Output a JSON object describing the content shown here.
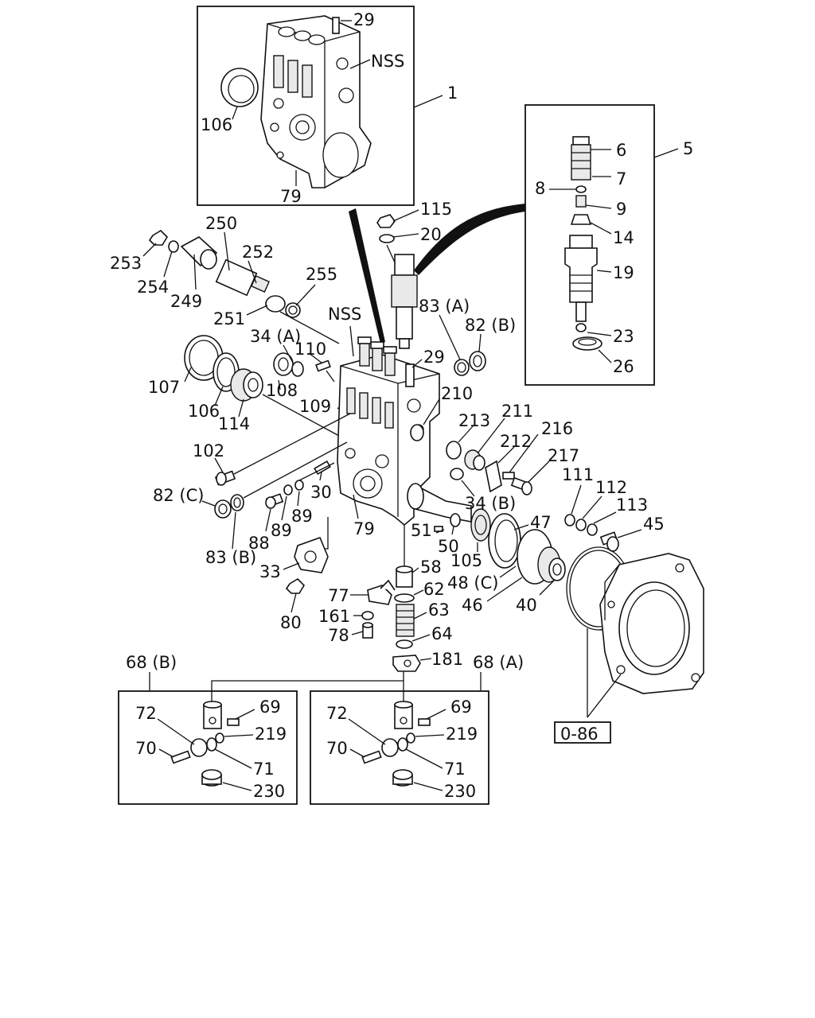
{
  "labels": {
    "l1": "1",
    "l5": "5",
    "l6": "6",
    "l7": "7",
    "l8": "8",
    "l9": "9",
    "l14": "14",
    "l19": "19",
    "l20": "20",
    "l23": "23",
    "l26": "26",
    "l29a": "29",
    "l29b": "29",
    "l30": "30",
    "l33": "33",
    "l34a": "34 (A)",
    "l34b": "34 (B)",
    "l40": "40",
    "l45": "45",
    "l46": "46",
    "l47": "47",
    "l48c": "48 (C)",
    "l50": "50",
    "l51": "51",
    "l58": "58",
    "l62": "62",
    "l63": "63",
    "l64": "64",
    "l68b": "68 (B)",
    "l68a": "68 (A)",
    "l69a": "69",
    "l70a": "70",
    "l71a": "71",
    "l72a": "72",
    "l69b": "69",
    "l70b": "70",
    "l71b": "71",
    "l72b": "72",
    "l77": "77",
    "l78": "78",
    "l79a": "79",
    "l79b": "79",
    "l80": "80",
    "l82b": "82 (B)",
    "l82c": "82 (C)",
    "l83a": "83 (A)",
    "l83b": "83 (B)",
    "l88": "88",
    "l89a": "89",
    "l89b": "89",
    "l102": "102",
    "l105": "105",
    "l106a": "106",
    "l106b": "106",
    "l107": "107",
    "l108": "108",
    "l109": "109",
    "l110": "110",
    "l111": "111",
    "l112": "112",
    "l113": "113",
    "l114": "114",
    "l115": "115",
    "l161": "161",
    "l181": "181",
    "l210": "210",
    "l211": "211",
    "l212": "212",
    "l213": "213",
    "l216": "216",
    "l217": "217",
    "l219a": "219",
    "l219b": "219",
    "l230a": "230",
    "l230b": "230",
    "l249": "249",
    "l250": "250",
    "l251": "251",
    "l252": "252",
    "l253": "253",
    "l254": "254",
    "l255": "255",
    "nss1": "NSS",
    "nss2": "NSS",
    "l086": "0-86"
  }
}
